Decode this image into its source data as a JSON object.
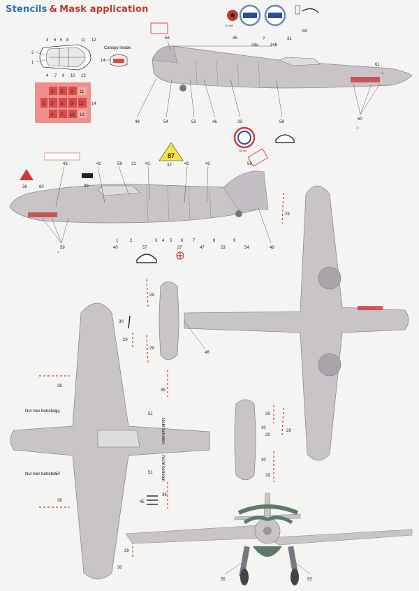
{
  "page": {
    "title_part1": "Stencils",
    "title_amp": "&",
    "title_part2": "Mask application"
  },
  "notes": {
    "canopy_inside": "Canopy inside.",
    "nur_hier_betreten": "Nur hier betreten",
    "nicht_betreten": "Nicht betreten",
    "num_87": "87",
    "fuel_label": "24. Wolf",
    "zu": "Zu",
    "auf": "Auf",
    "rot_label": "100 sec"
  },
  "mask_diagram": {
    "top_numbers": [
      "3",
      "6",
      "5",
      "8",
      "11",
      "12"
    ],
    "bottom_numbers": [
      "4",
      "7",
      "9",
      "10",
      "13"
    ],
    "left_numbers": [
      "2",
      "1"
    ],
    "grid_numbers": [
      "3",
      "5",
      "8",
      "11",
      "1",
      "2",
      "6",
      "9",
      "12",
      "14",
      "4",
      "7",
      "10",
      "13"
    ],
    "canopy_number": "14"
  },
  "side_view_top": {
    "numbers": [
      "56",
      "35",
      "34a",
      "?",
      "34b",
      "31",
      "59",
      "61",
      "48",
      "54",
      "53",
      "46",
      "33",
      "58",
      "60"
    ]
  },
  "side_view_left": {
    "numbers": [
      "36",
      "60",
      "43",
      "39",
      "59",
      "31",
      "42",
      "42",
      "32",
      "42",
      "42",
      "56",
      "1",
      "40",
      "2",
      "57",
      "3",
      "4",
      "5",
      "6",
      "37",
      "7",
      "47",
      "8",
      "53",
      "9",
      "54",
      "49",
      "59"
    ]
  },
  "plan_views": {
    "numbers": [
      "29",
      "29",
      "29",
      "30",
      "29",
      "29",
      "48",
      "38",
      "39",
      "50",
      "51",
      "29",
      "30",
      "29",
      "50",
      "51",
      "30",
      "29",
      "38",
      "39",
      "45",
      "29",
      "30",
      "55",
      "55"
    ]
  },
  "colors": {
    "airframe": "#c9c4c8",
    "airframe_dark": "#aaa5aa",
    "panel_line": "#8d8890",
    "stencil_red": "#cc3a3a",
    "mask_pink": "#ee8f8b",
    "mask_red": "#d84b48",
    "title_blue": "#2f6fb5",
    "title_red": "#c0392b",
    "yellow": "#f3e347"
  }
}
